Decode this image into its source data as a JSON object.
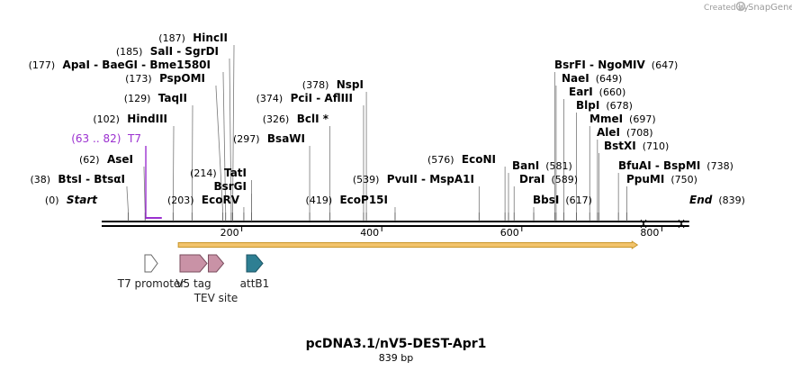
{
  "credit": {
    "prefix": "Created by",
    "brand": "SnapGene"
  },
  "plasmid": {
    "name": "pcDNA3.1/nV5-DEST-Apr1",
    "length_label": "839 bp",
    "length": 839
  },
  "axis": {
    "ticks": [
      {
        "pos": 200,
        "label": "200"
      },
      {
        "pos": 400,
        "label": "400"
      },
      {
        "pos": 600,
        "label": "600"
      },
      {
        "pos": 800,
        "label": "800"
      }
    ]
  },
  "sites": [
    {
      "id": "start",
      "parts": [
        {
          "t": "(0)",
          "c": "num"
        },
        {
          "t": "Start",
          "c": "it"
        }
      ],
      "pos": 0
    },
    {
      "id": "btsi",
      "parts": [
        {
          "t": "(38)",
          "c": "num"
        },
        {
          "t": "BtsI - BtsαI",
          "c": "name"
        }
      ],
      "pos": 38
    },
    {
      "id": "asei",
      "parts": [
        {
          "t": "(62)",
          "c": "num"
        },
        {
          "t": "AseI",
          "c": "name"
        }
      ],
      "pos": 62
    },
    {
      "id": "hindiii",
      "parts": [
        {
          "t": "(102)",
          "c": "num"
        },
        {
          "t": "HindIII",
          "c": "name"
        }
      ],
      "pos": 102
    },
    {
      "id": "taqii",
      "parts": [
        {
          "t": "(129)",
          "c": "num"
        },
        {
          "t": "TaqII",
          "c": "name"
        }
      ],
      "pos": 129
    },
    {
      "id": "pspomi",
      "parts": [
        {
          "t": "(173)",
          "c": "num"
        },
        {
          "t": "PspOMI",
          "c": "name"
        }
      ],
      "pos": 173
    },
    {
      "id": "apai",
      "parts": [
        {
          "t": "(177)",
          "c": "num"
        },
        {
          "t": "ApaI - BaeGI - Bme1580I",
          "c": "name"
        }
      ],
      "pos": 177
    },
    {
      "id": "sali",
      "parts": [
        {
          "t": "(185)",
          "c": "num"
        },
        {
          "t": "SalI - SgrDI",
          "c": "name"
        }
      ],
      "pos": 185
    },
    {
      "id": "hincii",
      "parts": [
        {
          "t": "(187)",
          "c": "num"
        },
        {
          "t": "HincII",
          "c": "name"
        }
      ],
      "pos": 187
    },
    {
      "id": "ecorv",
      "parts": [
        {
          "t": "(203)",
          "c": "num"
        },
        {
          "t": "EcoRV",
          "c": "name"
        }
      ],
      "pos": 203
    },
    {
      "id": "tati",
      "parts": [
        {
          "t": "(214)",
          "c": "num"
        },
        {
          "t": "TatI",
          "c": "name"
        }
      ],
      "pos": 214
    },
    {
      "id": "bsrgi",
      "parts": [
        {
          "t": "BsrGI",
          "c": "name"
        }
      ],
      "pos": 214
    },
    {
      "id": "bsawi",
      "parts": [
        {
          "t": "(297)",
          "c": "num"
        },
        {
          "t": "BsaWI",
          "c": "name"
        }
      ],
      "pos": 297
    },
    {
      "id": "bcli",
      "parts": [
        {
          "t": "(326)",
          "c": "num"
        },
        {
          "t": "BclI *",
          "c": "name"
        }
      ],
      "pos": 326
    },
    {
      "id": "pcii",
      "parts": [
        {
          "t": "(374)",
          "c": "num"
        },
        {
          "t": "PciI - AflIII",
          "c": "name"
        }
      ],
      "pos": 374
    },
    {
      "id": "nspi",
      "parts": [
        {
          "t": "(378)",
          "c": "num"
        },
        {
          "t": "NspI",
          "c": "name"
        }
      ],
      "pos": 378
    },
    {
      "id": "ecop15i",
      "parts": [
        {
          "t": "(419)",
          "c": "num"
        },
        {
          "t": "EcoP15I",
          "c": "name"
        }
      ],
      "pos": 419
    },
    {
      "id": "pvuii",
      "parts": [
        {
          "t": "(539)",
          "c": "num"
        },
        {
          "t": "PvuII - MspA1I",
          "c": "name"
        }
      ],
      "pos": 539
    },
    {
      "id": "econi",
      "parts": [
        {
          "t": "(576)",
          "c": "num"
        },
        {
          "t": "EcoNI",
          "c": "name"
        }
      ],
      "pos": 576
    },
    {
      "id": "bani",
      "parts": [
        {
          "t": "BanI",
          "c": "name"
        },
        {
          "t": "(581)",
          "c": "num"
        }
      ],
      "pos": 581
    },
    {
      "id": "drai",
      "parts": [
        {
          "t": "DraI",
          "c": "name"
        },
        {
          "t": "(589)",
          "c": "num"
        }
      ],
      "pos": 589
    },
    {
      "id": "bbsi",
      "parts": [
        {
          "t": "BbsI",
          "c": "name"
        },
        {
          "t": "(617)",
          "c": "num"
        }
      ],
      "pos": 617
    },
    {
      "id": "bsrfi",
      "parts": [
        {
          "t": "BsrFI - NgoMIV",
          "c": "name"
        },
        {
          "t": "(647)",
          "c": "num"
        }
      ],
      "pos": 647
    },
    {
      "id": "naei",
      "parts": [
        {
          "t": "NaeI",
          "c": "name"
        },
        {
          "t": "(649)",
          "c": "num"
        }
      ],
      "pos": 649
    },
    {
      "id": "eari",
      "parts": [
        {
          "t": "EarI",
          "c": "name"
        },
        {
          "t": "(660)",
          "c": "num"
        }
      ],
      "pos": 660
    },
    {
      "id": "blpi",
      "parts": [
        {
          "t": "BlpI",
          "c": "name"
        },
        {
          "t": "(678)",
          "c": "num"
        }
      ],
      "pos": 678
    },
    {
      "id": "mmei",
      "parts": [
        {
          "t": "MmeI",
          "c": "name"
        },
        {
          "t": "(697)",
          "c": "num"
        }
      ],
      "pos": 697
    },
    {
      "id": "alei",
      "parts": [
        {
          "t": "AleI",
          "c": "name"
        },
        {
          "t": "(708)",
          "c": "num"
        }
      ],
      "pos": 708
    },
    {
      "id": "bstxi",
      "parts": [
        {
          "t": "BstXI",
          "c": "name"
        },
        {
          "t": "(710)",
          "c": "num"
        }
      ],
      "pos": 710
    },
    {
      "id": "bfuai",
      "parts": [
        {
          "t": "BfuAI - BspMI",
          "c": "name"
        },
        {
          "t": "(738)",
          "c": "num"
        }
      ],
      "pos": 738
    },
    {
      "id": "ppumi",
      "parts": [
        {
          "t": "PpuMI",
          "c": "name"
        },
        {
          "t": "(750)",
          "c": "num"
        }
      ],
      "pos": 750
    },
    {
      "id": "end",
      "parts": [
        {
          "t": "End",
          "c": "it"
        },
        {
          "t": "(839)",
          "c": "num"
        }
      ],
      "pos": 839
    }
  ],
  "primer": {
    "range_label": "(63 .. 82)",
    "name": "T7",
    "color": "#9b30d0",
    "start": 63,
    "end": 82
  },
  "orf": {
    "color": "#f2c36b",
    "stroke": "#c8962a",
    "start": 112,
    "end": 760
  },
  "features": [
    {
      "id": "t7-promoter",
      "label": "T7 promoter",
      "fill": "#ffffff",
      "stroke": "#666666",
      "start": 62,
      "end": 80
    },
    {
      "id": "v5-tag",
      "label": "V5 tag",
      "fill": "#c992a6",
      "stroke": "#7a4d5e",
      "start": 112,
      "end": 154
    },
    {
      "id": "tev-site",
      "label": "TEV site",
      "fill": "#c992a6",
      "stroke": "#7a4d5e",
      "start": 157,
      "end": 178
    },
    {
      "id": "attb1",
      "label": "attB1",
      "fill": "#2e7f93",
      "stroke": "#1d5564",
      "start": 205,
      "end": 230
    }
  ]
}
